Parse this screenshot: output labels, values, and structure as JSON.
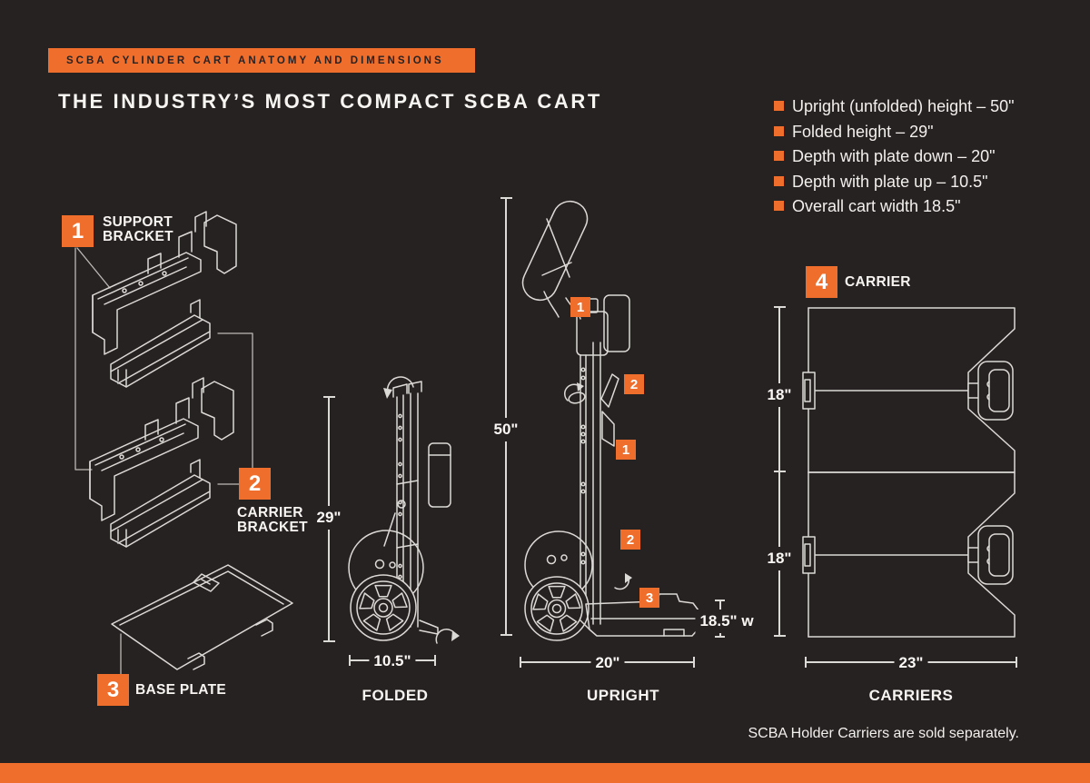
{
  "colors": {
    "background": "#272222",
    "accent_orange": "#F06E2C",
    "line_art": "#DCDAD6",
    "text": "#FFFFFF",
    "banner_text": "#282223"
  },
  "header": {
    "banner": "SCBA CYLINDER CART ANATOMY AND DIMENSIONS",
    "title": "THE INDUSTRY’S MOST COMPACT SCBA CART"
  },
  "specs": [
    "Upright (unfolded) height – 50\"",
    "Folded height – 29\"",
    "Depth with plate down – 20\"",
    "Depth with plate up – 10.5\"",
    "Overall cart width 18.5\""
  ],
  "badges": {
    "support_bracket": "1",
    "carrier_bracket": "2",
    "base_plate": "3",
    "carrier": "4"
  },
  "parts": {
    "support_bracket": [
      "SUPPORT",
      "BRACKET"
    ],
    "carrier_bracket": [
      "CARRIER",
      "BRACKET"
    ],
    "base_plate": "BASE PLATE",
    "carrier": "CARRIER"
  },
  "folded_view": {
    "height": "29\"",
    "width": "10.5\"",
    "caption": "FOLDED"
  },
  "upright_view": {
    "height": "50\"",
    "depth": "20\"",
    "width": "18.5\" w",
    "caption": "UPRIGHT"
  },
  "carriers_view": {
    "height_top": "18\"",
    "height_bottom": "18\"",
    "width": "23\"",
    "caption": "CARRIERS"
  },
  "footnote": "SCBA Holder Carriers are sold separately."
}
